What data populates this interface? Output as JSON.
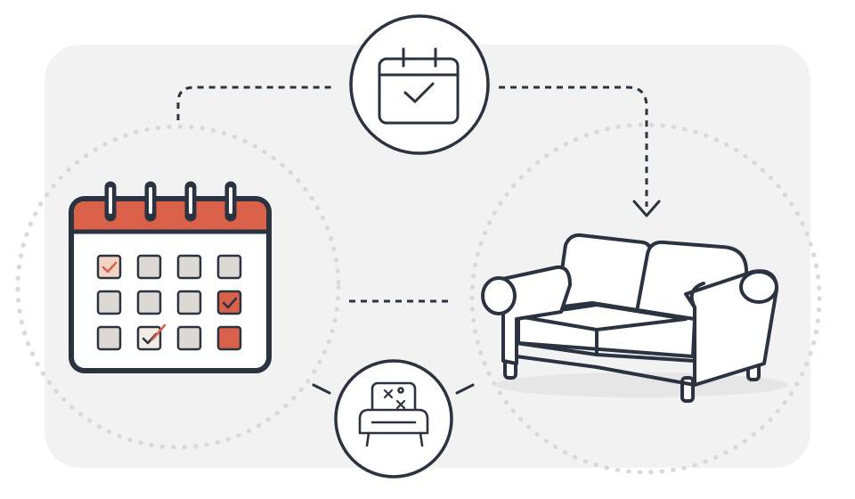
{
  "colors": {
    "background": "#ffffff",
    "panel": "#f2f2f2",
    "dots": "#d9d9d9",
    "stroke": "#2b3340",
    "accent": "#d9614a",
    "accent_light": "#f2d4c6",
    "cell": "#dcd9d4",
    "white": "#ffffff"
  },
  "icons": {
    "schedule_badge": "calendar-check-icon",
    "calendar": "calendar-icon",
    "sofa": "sofa-icon",
    "stained_chair_badge": "stained-armchair-icon"
  },
  "calendar": {
    "rows": 3,
    "cols": 4,
    "cells": [
      {
        "state": "checked-light"
      },
      {
        "state": "empty"
      },
      {
        "state": "empty"
      },
      {
        "state": "empty"
      },
      {
        "state": "empty"
      },
      {
        "state": "empty"
      },
      {
        "state": "empty"
      },
      {
        "state": "checked-accent"
      },
      {
        "state": "empty"
      },
      {
        "state": "pen-mark"
      },
      {
        "state": "empty"
      },
      {
        "state": "filled-accent"
      }
    ]
  }
}
